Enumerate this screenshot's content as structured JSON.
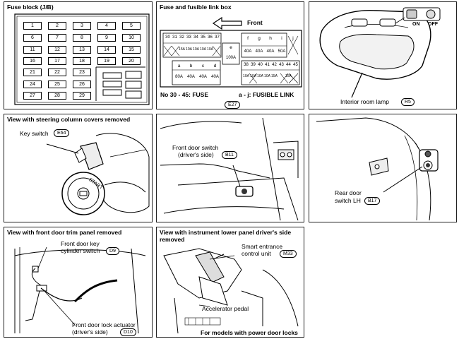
{
  "panels": {
    "fuse_block": {
      "title": "Fuse block (J/B)",
      "fuses": [
        "1",
        "2",
        "3",
        "4",
        "5",
        "6",
        "7",
        "8",
        "9",
        "10",
        "11",
        "12",
        "13",
        "14",
        "15",
        "16",
        "17",
        "18",
        "19",
        "20",
        "21",
        "22",
        "23",
        "24",
        "25",
        "26",
        "27",
        "28",
        "29"
      ]
    },
    "fusible_link_box": {
      "title": "Fuse and fusible link box",
      "front_label": "Front",
      "top_fuse_numbers": [
        "30",
        "31",
        "32",
        "33",
        "34",
        "35",
        "36",
        "37"
      ],
      "top_fuse_values": [
        "",
        "",
        "15A",
        "10A",
        "10A",
        "10A",
        "10A",
        ""
      ],
      "e_label": "e",
      "e_value": "100A",
      "link_letters_fghij": [
        "f",
        "g",
        "h",
        "i",
        "j"
      ],
      "link_values_fghij": [
        "40A",
        "40A",
        "40A",
        "50A"
      ],
      "link_letters_abcd": [
        "a",
        "b",
        "c",
        "d"
      ],
      "link_values_abcd": [
        "80A",
        "40A",
        "40A",
        "40A"
      ],
      "right_fuse_numbers": [
        "38",
        "39",
        "40",
        "41",
        "42",
        "43",
        "44",
        "45"
      ],
      "right_fuse_values": [
        "10A",
        "10A",
        "10A",
        "10A",
        "15A",
        "",
        "15A",
        ""
      ],
      "legend_fuse": "No 30 - 45:  FUSE",
      "legend_link": "a - j:  FUSIBLE LINK",
      "code": "E27"
    },
    "interior_lamp": {
      "on_label": "ON",
      "off_label": "OFF",
      "label": "Interior room lamp",
      "code": "R5"
    },
    "steering": {
      "title": "View with steering column covers removed",
      "key_switch_label": "Key switch",
      "key_switch_code": "E64",
      "start_text": "START"
    },
    "front_door_switch": {
      "label_line1": "Front door switch",
      "label_line2": "(driver's side)",
      "code": "B11"
    },
    "rear_door_switch": {
      "label_line1": "Rear door",
      "label_line2": "switch LH",
      "code": "B17"
    },
    "door_trim": {
      "title": "View with front door trim panel removed",
      "key_cyl_line1": "Front door key",
      "key_cyl_line2": "cylinder switch",
      "key_cyl_code": "D9",
      "actuator_line1": "Front door lock actuator",
      "actuator_line2": "(driver's side)",
      "actuator_code": "D10"
    },
    "instrument": {
      "title": "View with instrument lower panel driver's side removed",
      "sec_line1": "Smart entrance",
      "sec_line2": "control unit",
      "sec_code": "M33",
      "pedal_label": "Accelerator pedal",
      "footnote": "For models with power door locks"
    }
  }
}
